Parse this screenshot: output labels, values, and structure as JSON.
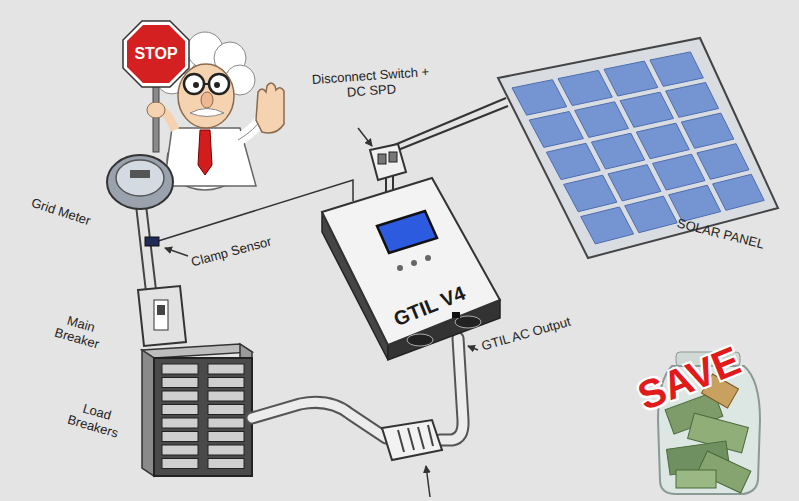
{
  "diagram": {
    "nodes": [
      {
        "text": [
          "STOP"
        ]
      },
      {
        "text": [
          "GTIL V4"
        ]
      }
    ],
    "labels": [
      "Disconnect Switch + DC SPD",
      "SOLAR PANEL",
      "Grid Meter",
      "Clamp Sensor",
      "Main Breaker",
      "Load Breakers",
      "GTIL AC Output",
      "SAVE"
    ]
  }
}
